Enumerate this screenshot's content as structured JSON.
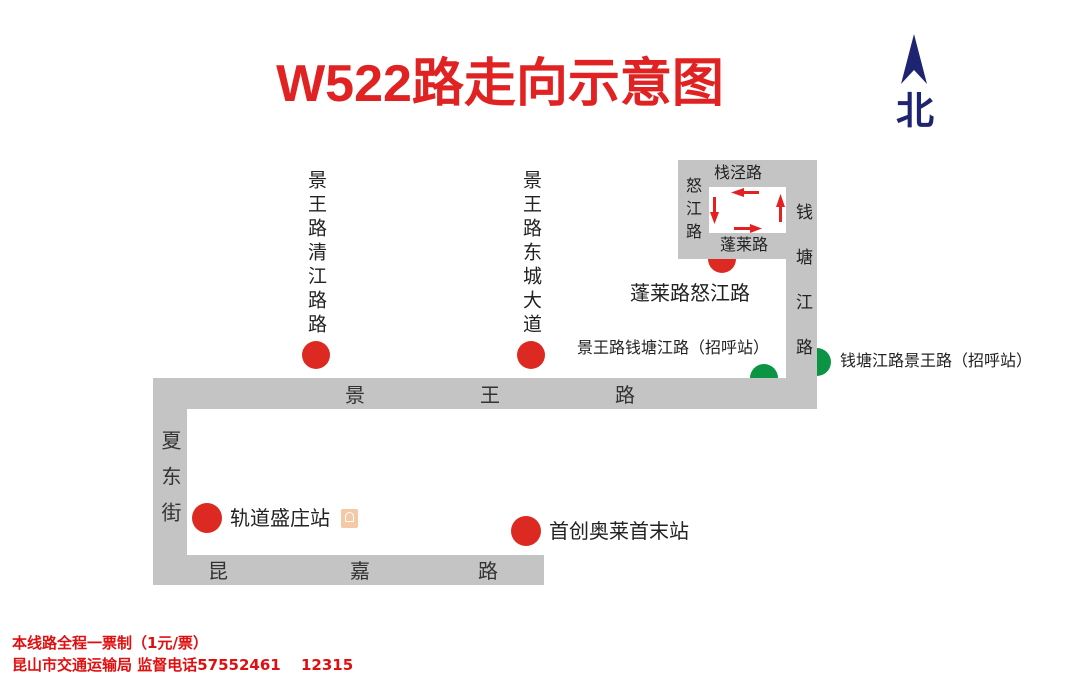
{
  "title": "W522路走向示意图",
  "north_label": "北",
  "roads": {
    "jingwang": [
      "景",
      "王",
      "路"
    ],
    "kunjia": [
      "昆",
      "嘉",
      "路"
    ],
    "xiadong": "夏东街",
    "qiantangjiang": "钱塘江路",
    "nujiang": "怒江路",
    "zhanjing": "栈泾路",
    "penglai": "蓬莱路"
  },
  "stops": [
    {
      "name": "景王路清江路路",
      "type": "regular"
    },
    {
      "name": "景王路东城大道",
      "type": "regular"
    },
    {
      "name": "蓬莱路怒江路",
      "type": "regular"
    },
    {
      "name": "景王路钱塘江路（招呼站）",
      "type": "flag"
    },
    {
      "name": "钱塘江路景王路（招呼站）",
      "type": "flag"
    },
    {
      "name": "轨道盛庄站",
      "type": "regular",
      "icon": "metro-icon"
    },
    {
      "name": "首创奥莱首末站",
      "type": "terminal"
    }
  ],
  "colors": {
    "road": "#c4c4c4",
    "stop": "#dc2a22",
    "flag_stop": "#0b9444",
    "title": "#e12222",
    "north": "#1f2470"
  },
  "footer": {
    "line1": "本线路全程一票制（1元/票）",
    "line2": "昆山市交通运输局 监督电话57552461　 12315"
  }
}
